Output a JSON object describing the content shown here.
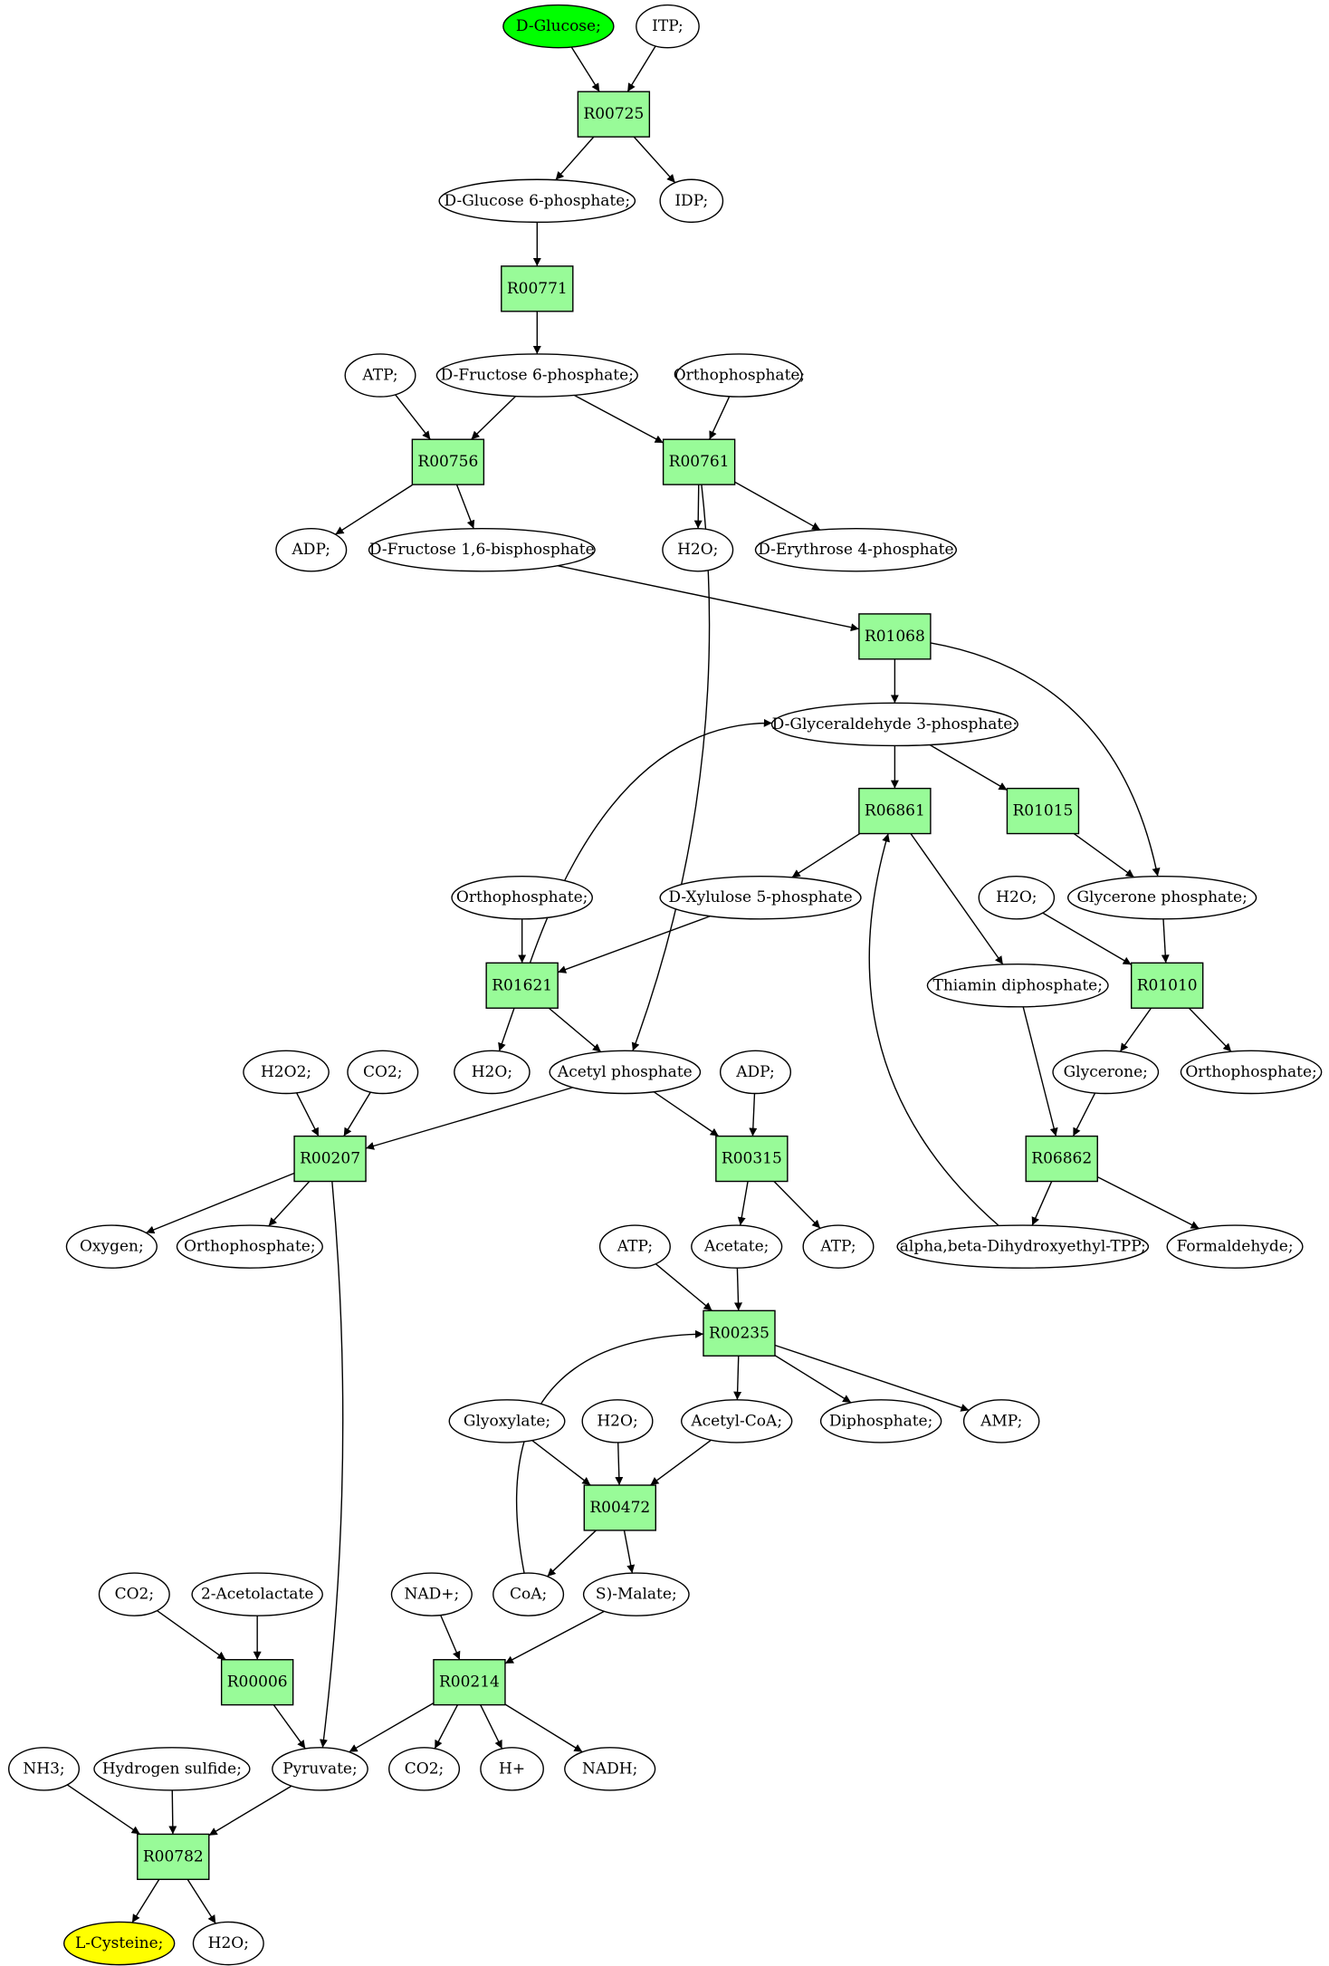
{
  "colors": {
    "reaction_fill": "#98fb98",
    "start_fill": "#00ff00",
    "end_fill": "#ffff00",
    "metabolite_fill": "#ffffff",
    "stroke": "#000000"
  },
  "reactions": {
    "R00725": "R00725",
    "R00771": "R00771",
    "R00756": "R00756",
    "R00761": "R00761",
    "R01068": "R01068",
    "R06861": "R06861",
    "R01015": "R01015",
    "R01621": "R01621",
    "R01010": "R01010",
    "R00207": "R00207",
    "R00315": "R00315",
    "R06862": "R06862",
    "R00235": "R00235",
    "R00472": "R00472",
    "R00006": "R00006",
    "R00214": "R00214",
    "R00782": "R00782"
  },
  "metabolites": {
    "glucose": "D-Glucose;",
    "itp": "ITP;",
    "g6p": "D-Glucose 6-phosphate;",
    "idp": "IDP;",
    "f6p": "D-Fructose 6-phosphate;",
    "atp1": "ATP;",
    "pi1": "Orthophosphate;",
    "adp1": "ADP;",
    "fbp": "D-Fructose 1,6-bisphosphate",
    "h2o1": "H2O;",
    "e4p": "D-Erythrose 4-phosphate",
    "gap": "D-Glyceraldehyde 3-phosphate;",
    "pi2": "Orthophosphate;",
    "xu5p": "D-Xylulose 5-phosphate",
    "h2o2": "H2O;",
    "dhap": "Glycerone phosphate;",
    "tpp": "Thiamin diphosphate;",
    "h2o3": "H2O;",
    "acp": "Acetyl phosphate",
    "glycerone": "Glycerone;",
    "pi3": "Orthophosphate;",
    "h2o2b": "H2O2;",
    "co2a": "CO2;",
    "adp2": "ADP;",
    "oxygen": "Oxygen;",
    "pi4": "Orthophosphate;",
    "acetate": "Acetate;",
    "atp2": "ATP;",
    "atp3": "ATP;",
    "dhe_tpp": "alpha,beta-Dihydroxyethyl-TPP;",
    "formaldehyde": "Formaldehyde;",
    "glyoxylate": "Glyoxylate;",
    "h2o4": "H2O;",
    "acetylcoa": "Acetyl-CoA;",
    "ppi": "Diphosphate;",
    "amp": "AMP;",
    "co2b": "CO2;",
    "acetolactate": "2-Acetolactate",
    "nad": "NAD+;",
    "coa": "CoA;",
    "malate": "S)-Malate;",
    "nh3": "NH3;",
    "h2s": "Hydrogen sulfide;",
    "pyruvate": "Pyruvate;",
    "co2c": "CO2;",
    "hplus": "H+",
    "nadh": "NADH;",
    "cysteine": "L-Cysteine;",
    "h2o5": "H2O;"
  }
}
